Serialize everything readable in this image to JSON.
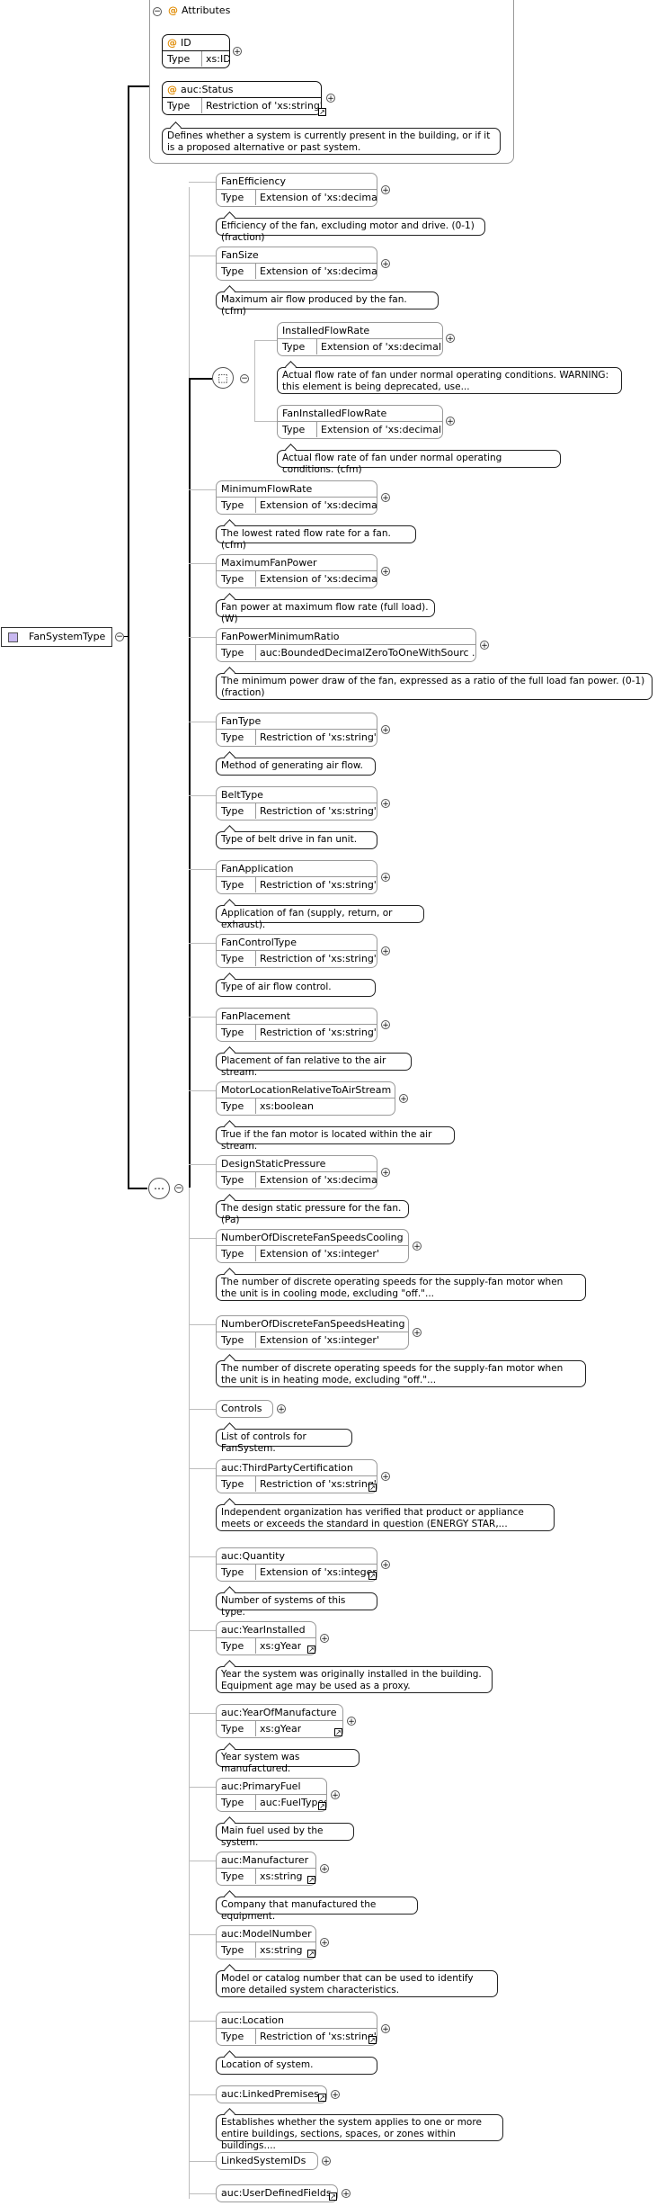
{
  "root": {
    "name": "FanSystemType"
  },
  "attributes_group": {
    "title": "Attributes"
  },
  "attributes": [
    {
      "name": "ID",
      "type_label": "Type",
      "type": "xs:ID"
    },
    {
      "name": "auc:Status",
      "type_label": "Type",
      "type": "Restriction of 'xs:string'",
      "description": "Defines whether a system is currently present in the building, or if it is a proposed alternative or past system."
    }
  ],
  "choice_group": [
    {
      "name": "InstalledFlowRate",
      "type_label": "Type",
      "type": "Extension of 'xs:decimal'",
      "description": "Actual flow rate of fan under normal operating conditions. WARNING: this element is being deprecated, use..."
    },
    {
      "name": "FanInstalledFlowRate",
      "type_label": "Type",
      "type": "Extension of 'xs:decimal'",
      "description": "Actual flow rate of fan under normal operating conditions. (cfm)"
    }
  ],
  "elements": [
    {
      "name": "FanEfficiency",
      "type_label": "Type",
      "type": "Extension of 'xs:decimal'",
      "description": "Efficiency of the fan, excluding motor and drive. (0-1) (fraction)"
    },
    {
      "name": "FanSize",
      "type_label": "Type",
      "type": "Extension of 'xs:decimal'",
      "description": "Maximum air flow produced by the fan. (cfm)"
    },
    {
      "name": "MinimumFlowRate",
      "type_label": "Type",
      "type": "Extension of 'xs:decimal'",
      "description": "The lowest rated flow rate for a fan. (cfm)"
    },
    {
      "name": "MaximumFanPower",
      "type_label": "Type",
      "type": "Extension of 'xs:decimal'",
      "description": "Fan power at maximum flow rate (full load). (W)"
    },
    {
      "name": "FanPowerMinimumRatio",
      "type_label": "Type",
      "type": "auc:BoundedDecimalZeroToOneWithSourc ...",
      "description": "The minimum power draw of the fan, expressed as a ratio of the full load fan power. (0-1) (fraction)"
    },
    {
      "name": "FanType",
      "type_label": "Type",
      "type": "Restriction of 'xs:string'",
      "description": "Method of generating air flow."
    },
    {
      "name": "BeltType",
      "type_label": "Type",
      "type": "Restriction of 'xs:string'",
      "description": "Type of belt drive in fan unit."
    },
    {
      "name": "FanApplication",
      "type_label": "Type",
      "type": "Restriction of 'xs:string'",
      "description": "Application of fan (supply, return, or exhaust)."
    },
    {
      "name": "FanControlType",
      "type_label": "Type",
      "type": "Restriction of 'xs:string'",
      "description": "Type of air flow control."
    },
    {
      "name": "FanPlacement",
      "type_label": "Type",
      "type": "Restriction of 'xs:string'",
      "description": "Placement of fan relative to the air stream."
    },
    {
      "name": "MotorLocationRelativeToAirStream",
      "type_label": "Type",
      "type": "xs:boolean",
      "description": "True if the fan motor is located within the air stream."
    },
    {
      "name": "DesignStaticPressure",
      "type_label": "Type",
      "type": "Extension of 'xs:decimal'",
      "description": "The design static pressure for the fan. (Pa)"
    },
    {
      "name": "NumberOfDiscreteFanSpeedsCooling",
      "type_label": "Type",
      "type": "Extension of 'xs:integer'",
      "description": "The number of discrete operating speeds for the supply-fan motor when the unit is in cooling mode, excluding \"off.\"..."
    },
    {
      "name": "NumberOfDiscreteFanSpeedsHeating",
      "type_label": "Type",
      "type": "Extension of 'xs:integer'",
      "description": "The number of discrete operating speeds for the supply-fan motor when the unit is in heating mode, excluding \"off.\"..."
    },
    {
      "name": "Controls",
      "description": "List of controls for FanSystem."
    },
    {
      "name": "auc:ThirdPartyCertification",
      "type_label": "Type",
      "type": "Restriction of 'xs:string'",
      "description": "Independent organization has verified that product or appliance meets or exceeds the standard in question (ENERGY STAR,..."
    },
    {
      "name": "auc:Quantity",
      "type_label": "Type",
      "type": "Extension of 'xs:integer'",
      "description": "Number of systems of this type."
    },
    {
      "name": "auc:YearInstalled",
      "type_label": "Type",
      "type": "xs:gYear",
      "description": "Year the system was originally installed in the building. Equipment age may be used as a proxy."
    },
    {
      "name": "auc:YearOfManufacture",
      "type_label": "Type",
      "type": "xs:gYear",
      "description": "Year system was manufactured."
    },
    {
      "name": "auc:PrimaryFuel",
      "type_label": "Type",
      "type": "auc:FuelTypes",
      "description": "Main fuel used by the system."
    },
    {
      "name": "auc:Manufacturer",
      "type_label": "Type",
      "type": "xs:string",
      "description": "Company that manufactured the equipment."
    },
    {
      "name": "auc:ModelNumber",
      "type_label": "Type",
      "type": "xs:string",
      "description": "Model or catalog number that can be used to identify more detailed system characteristics."
    },
    {
      "name": "auc:Location",
      "type_label": "Type",
      "type": "Restriction of 'xs:string'",
      "description": "Location of system."
    },
    {
      "name": "auc:LinkedPremises",
      "description": "Establishes whether the system applies to one or more entire buildings, sections, spaces, or zones within buildings...."
    },
    {
      "name": "LinkedSystemIDs"
    },
    {
      "name": "auc:UserDefinedFields"
    }
  ]
}
